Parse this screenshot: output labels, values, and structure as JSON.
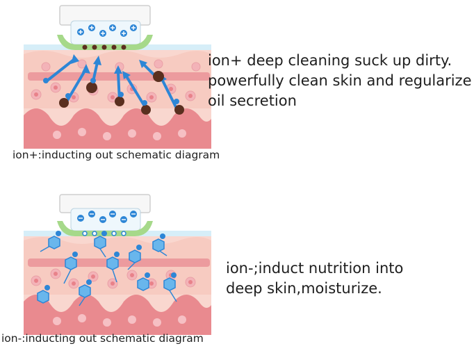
{
  "panels": [
    {
      "id": "ion-plus",
      "description_lines": [
        "ion+ deep cleaning suck up dirty.",
        "powerfully clean skin and regularize",
        "oil secretion"
      ],
      "caption": "ion+:inducting out schematic diagram"
    },
    {
      "id": "ion-minus",
      "description_lines": [
        "ion-;induct nutrition into",
        "deep skin,moisturize."
      ],
      "caption": "ion-:inducting out schematic diagram"
    }
  ],
  "colors": {
    "skin_top": "#f9d7cf",
    "skin_mid": "#f4bfb5",
    "skin_fold": "#e98a8f",
    "cell_fill": "#f6c0c4",
    "cell_nucleus": "#e8828a",
    "device_green": "#a6d98a",
    "ion_blue": "#2d86d6",
    "dirt_brown": "#5a2f1f",
    "nutrient_blue": "#69b6ec"
  }
}
